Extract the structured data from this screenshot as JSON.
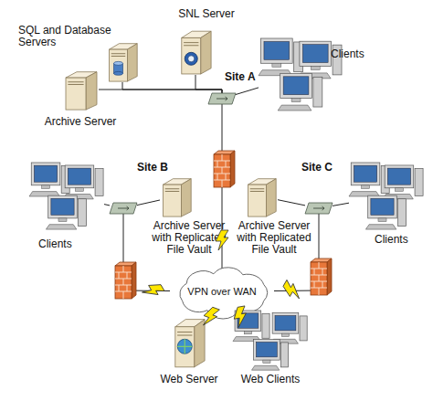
{
  "diagram": {
    "nodes": [
      {
        "text": [
          "SQL and Database Servers"
        ]
      },
      {
        "text": [
          "SNL Server"
        ]
      },
      {
        "text": [
          "Archive Server"
        ]
      },
      {
        "text": [
          "Site A"
        ]
      },
      {
        "text": [
          "Clients"
        ]
      },
      {
        "text": [
          "Site B"
        ]
      },
      {
        "text": [
          "Clients"
        ]
      },
      {
        "text": [
          "Archive Server with Replicated File Vault"
        ]
      },
      {
        "text": [
          "Site C"
        ]
      },
      {
        "text": [
          "Archive Server with Replicated File Vault"
        ]
      },
      {
        "text": [
          "Clients"
        ]
      },
      {
        "text": [
          "VPN over WAN"
        ]
      },
      {
        "text": [
          "Web Server"
        ]
      },
      {
        "text": [
          "Web Clients"
        ]
      }
    ],
    "edges": [
      {
        "from": 0,
        "to": 3,
        "arrow": "none"
      },
      {
        "from": 1,
        "to": 3,
        "arrow": "none"
      },
      {
        "from": 2,
        "to": 3,
        "arrow": "none"
      },
      {
        "from": 3,
        "to": 4,
        "arrow": "none"
      },
      {
        "from": 3,
        "to": 11,
        "arrow": "none"
      },
      {
        "from": 5,
        "to": 6,
        "arrow": "none"
      },
      {
        "from": 5,
        "to": 7,
        "arrow": "none"
      },
      {
        "from": 5,
        "to": 11,
        "arrow": "none"
      },
      {
        "from": 8,
        "to": 9,
        "arrow": "none"
      },
      {
        "from": 8,
        "to": 10,
        "arrow": "none"
      },
      {
        "from": 8,
        "to": 11,
        "arrow": "none"
      },
      {
        "from": 11,
        "to": 12,
        "arrow": "none"
      },
      {
        "from": 11,
        "to": 13,
        "arrow": "none"
      }
    ]
  }
}
